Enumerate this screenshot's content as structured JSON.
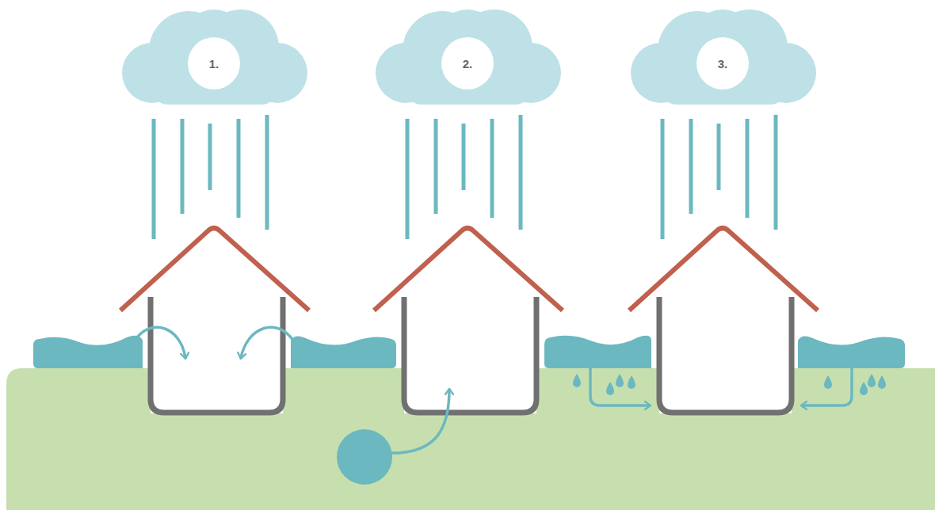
{
  "diagram": {
    "nodes": [
      {
        "text": [
          "1."
        ]
      },
      {
        "text": [
          "2."
        ]
      },
      {
        "text": [
          "3."
        ]
      }
    ]
  }
}
